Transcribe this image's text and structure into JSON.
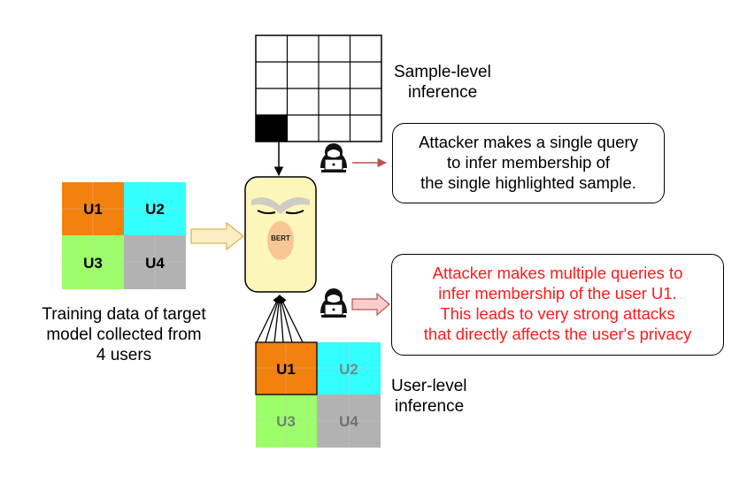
{
  "colors": {
    "u1": "#f2810e",
    "u2": "#33ffff",
    "u3": "#9dfd6a",
    "u4": "#b2b2b2",
    "bert_face": "#fdf6b9",
    "bert_nose": "#f7c191",
    "arrow_fill": "#fbeec3",
    "alert_red": "#ff1a1a",
    "pink_arrow": "#f8cecc"
  },
  "icons": [
    "hacker-icon",
    "bert-character"
  ],
  "user_grid_left": {
    "cells": [
      "U1",
      "U2",
      "U3",
      "U4"
    ]
  },
  "user_grid_bottom": {
    "cells": [
      "U1",
      "U2",
      "U3",
      "U4"
    ]
  },
  "bert_label": "BERT",
  "training_caption": [
    "Training data of target",
    "model collected from",
    "4 users"
  ],
  "sample_level_caption": [
    "Sample-level",
    "inference"
  ],
  "user_level_caption": [
    "User-level",
    "inference"
  ],
  "sample_bubble": [
    "Attacker makes a single query",
    "to infer membership of",
    "the single highlighted sample."
  ],
  "user_bubble": [
    "Attacker makes multiple queries to",
    "infer membership of the user U1.",
    "This leads to very strong attacks",
    "that directly affects the user's privacy"
  ]
}
